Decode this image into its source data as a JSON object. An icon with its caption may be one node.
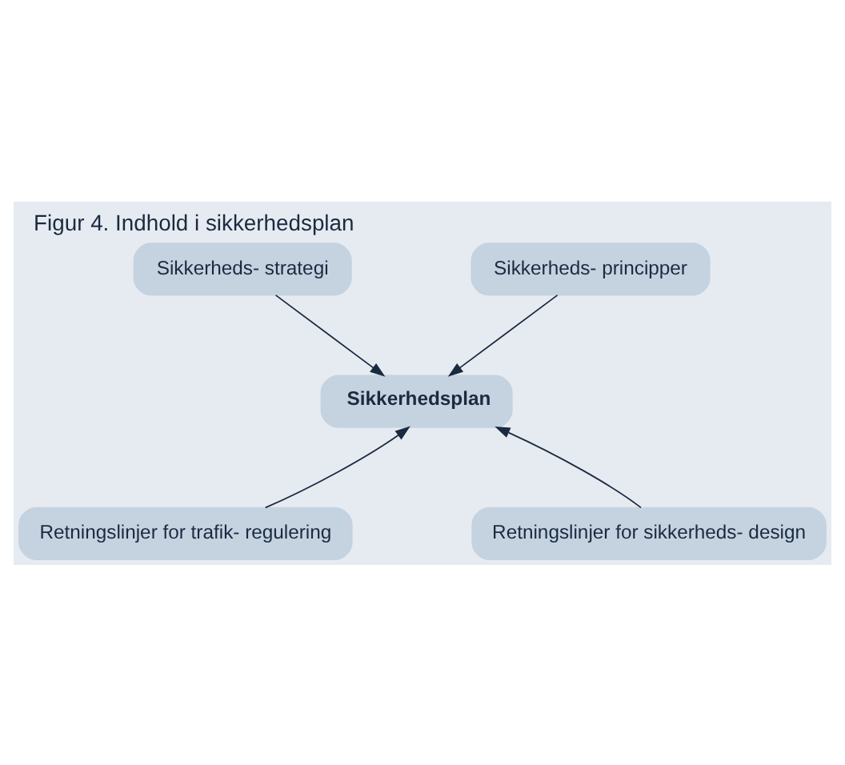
{
  "diagram": {
    "title": "Figur 4. Indhold i sikkerhedsplan",
    "nodes": [
      {
        "text": [
          "Sikkerheds- strategi"
        ]
      },
      {
        "text": [
          "Sikkerheds- principper"
        ]
      },
      {
        "text": [
          "Sikkerhedsplan"
        ]
      },
      {
        "text": [
          "Retningslinjer for trafik- regulering"
        ]
      },
      {
        "text": [
          "Retningslinjer for sikkerheds- design"
        ]
      }
    ],
    "edges": [
      {
        "from": 0,
        "to": 2,
        "arrow": "to"
      },
      {
        "from": 1,
        "to": 2,
        "arrow": "to"
      },
      {
        "from": 3,
        "to": 2,
        "arrow": "to"
      },
      {
        "from": 4,
        "to": 2,
        "arrow": "to"
      }
    ]
  }
}
